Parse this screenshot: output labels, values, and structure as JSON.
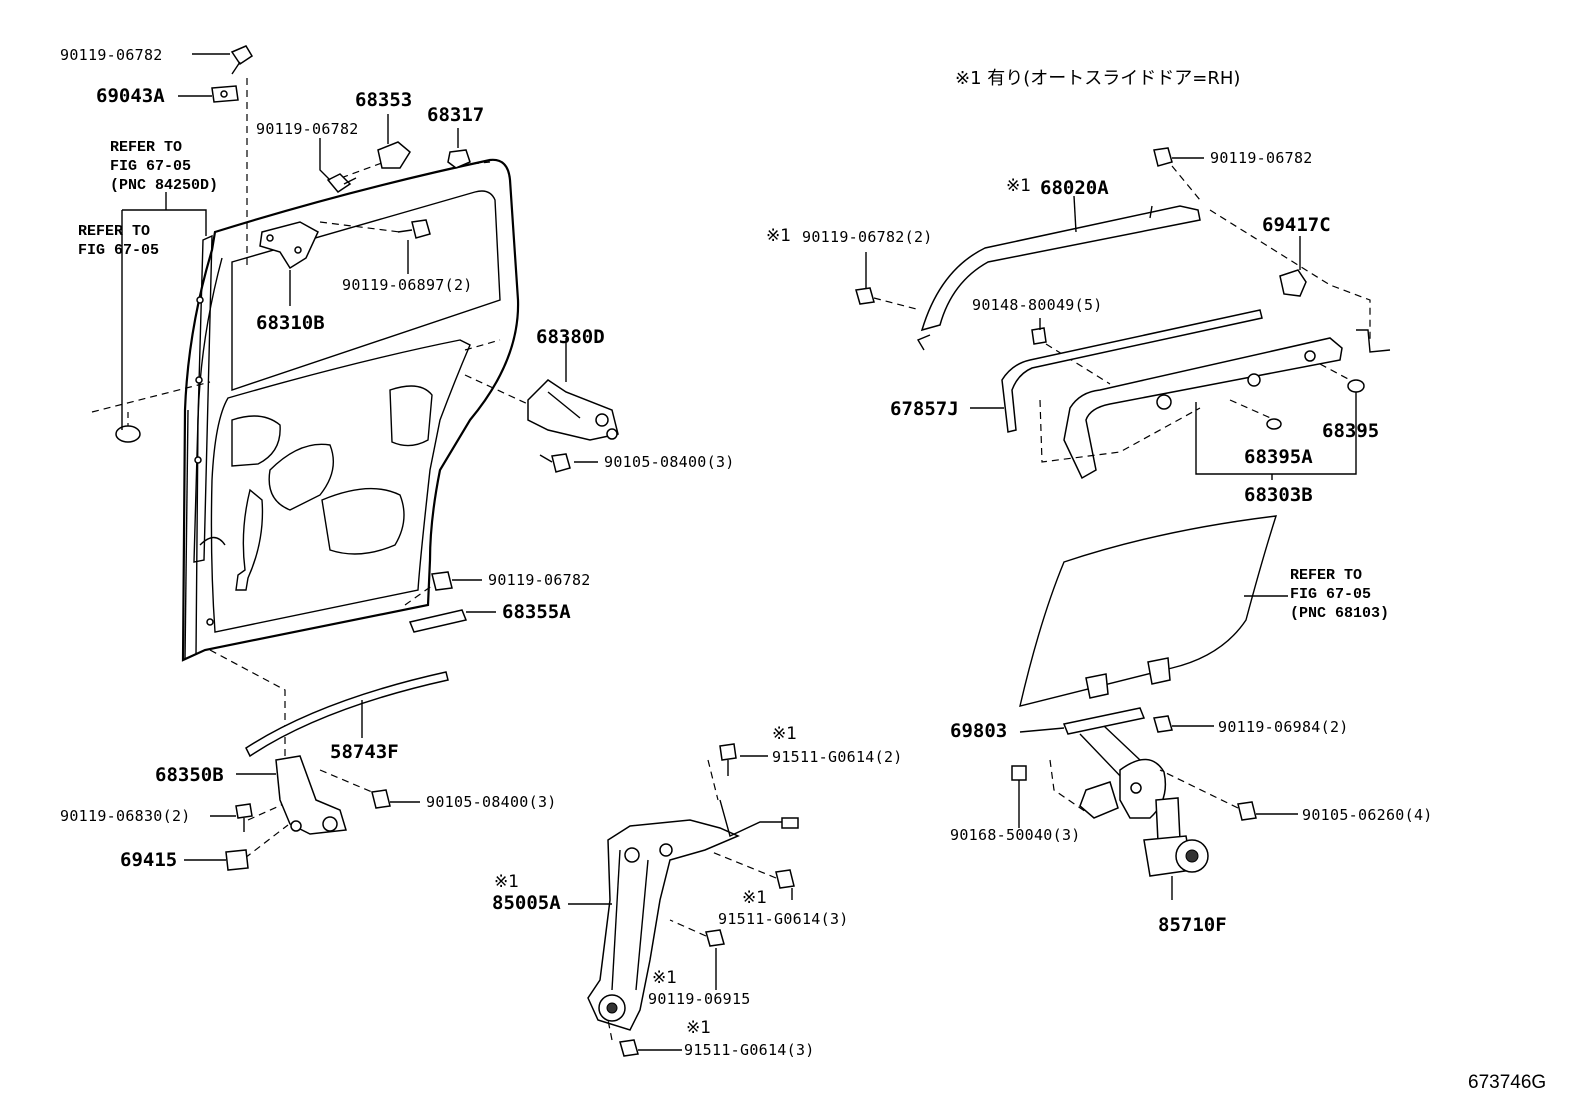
{
  "diagram": {
    "note": "※1 有り(オートスライドドア=RH)",
    "figure_code": "673746G",
    "mark": "※1",
    "parts": {
      "p_90119_06782_top": "90119-06782",
      "p_69043A": "69043A",
      "p_68353": "68353",
      "p_68317": "68317",
      "p_90119_06782_b": "90119-06782",
      "p_90119_06897": "90119-06897(2)",
      "p_68310B": "68310B",
      "p_68380D": "68380D",
      "p_90105_08400_a": "90105-08400(3)",
      "p_90119_06782_c": "90119-06782",
      "p_68355A": "68355A",
      "p_58743F": "58743F",
      "p_68350B": "68350B",
      "p_90105_08400_b": "90105-08400(3)",
      "p_90119_06830": "90119-06830(2)",
      "p_69415": "69415",
      "p_91511_G0614_2": "91511-G0614(2)",
      "p_85005A": "85005A",
      "p_91511_G0614_3a": "91511-G0614(3)",
      "p_90119_06915": "90119-06915",
      "p_91511_G0614_3b": "91511-G0614(3)",
      "p_90119_06782_d": "90119-06782",
      "p_68020A": "68020A",
      "p_69417C": "69417C",
      "p_90119_06782_2": "90119-06782(2)",
      "p_90148_80049": "90148-80049(5)",
      "p_67857J": "67857J",
      "p_68395": "68395",
      "p_68395A": "68395A",
      "p_68303B": "68303B",
      "p_69803": "69803",
      "p_90119_06984": "90119-06984(2)",
      "p_90105_06260": "90105-06260(4)",
      "p_90168_50040": "90168-50040(3)",
      "p_85710F": "85710F"
    },
    "refs": {
      "ref_a": [
        "REFER TO",
        "FIG 67-05",
        "(PNC 84250D)"
      ],
      "ref_b": [
        "REFER TO",
        "FIG 67-05"
      ],
      "ref_c": [
        "REFER TO",
        "FIG 67-05",
        "(PNC 68103)"
      ]
    }
  }
}
